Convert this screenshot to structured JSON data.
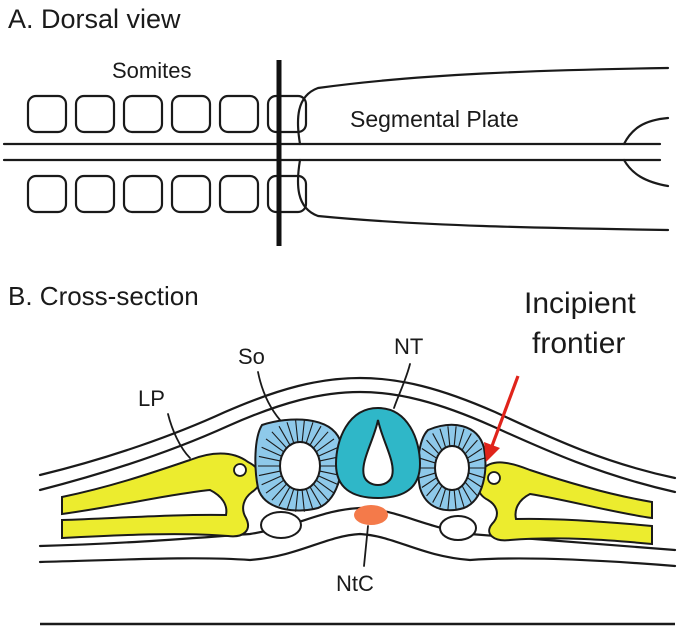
{
  "panel_a": {
    "title": "A. Dorsal view",
    "somites_label": "Somites",
    "plate_label": "Segmental Plate",
    "somite_rows": 2,
    "somites_per_row": 6
  },
  "panel_b": {
    "title": "B. Cross-section",
    "labels": {
      "lp": "LP",
      "so": "So",
      "nt": "NT",
      "ntc": "NtC",
      "frontier_line1": "Incipient",
      "frontier_line2": "frontier"
    }
  },
  "colors": {
    "outline": "#1a1a1a",
    "lateral_plate": "#ecec2e",
    "somite": "#8ec9ea",
    "neural_tube": "#2fb7c8",
    "notochord": "#f47a4a",
    "arrow": "#e0241b"
  }
}
